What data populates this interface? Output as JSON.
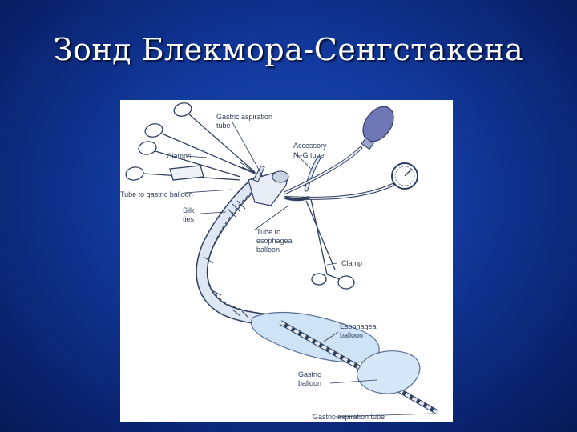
{
  "slide": {
    "title": "Зонд Блекмора-Сенгстакена"
  },
  "diagram": {
    "labels": {
      "gastric_aspiration_tube_top_1": "Gastric aspiration",
      "gastric_aspiration_tube_top_2": "tube",
      "clamps": "Clamps",
      "accessory_ng_1": "Accessory",
      "accessory_ng_2": "N–G tube",
      "tube_to_gastric_balloon": "Tube to gastric balloon",
      "silk_ties_1": "Silk",
      "silk_ties_2": "ties",
      "tube_to_esophageal_1": "Tube to",
      "tube_to_esophageal_2": "esophageal",
      "tube_to_esophageal_3": "balloon",
      "clamp": "Clamp",
      "esophageal_balloon_1": "Esophageal",
      "esophageal_balloon_2": "balloon",
      "gastric_balloon_1": "Gastric",
      "gastric_balloon_2": "balloon",
      "gastric_aspiration_tube_bottom": "Gastric aspiration tube"
    },
    "colors": {
      "tube_fill": "#dfe7f4",
      "line": "#2f3f5e",
      "balloon_fill": "#cfe3f6",
      "bulb_fill": "#6f78b4"
    }
  }
}
